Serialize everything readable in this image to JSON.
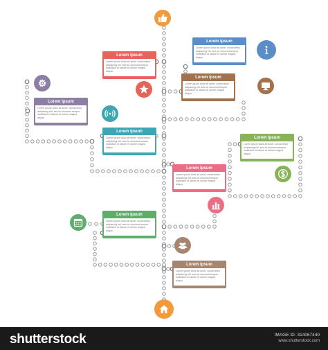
{
  "cards": [
    {
      "id": "card-1",
      "title": "Lorem Ipsum",
      "text": "Lorem ipsum dolor sit amet, consectetur adipiscing elit, sed do eiusmod tempor incididunt ut labore et dolore magna aliqua.",
      "color": "#e8635a"
    },
    {
      "id": "card-2",
      "title": "Lorem Ipsum",
      "text": "Lorem ipsum dolor sit amet, consectetur adipiscing elit, sed do eiusmod tempor incididunt ut labore et dolore magna aliqua.",
      "color": "#5b8ec9"
    },
    {
      "id": "card-3",
      "title": "Lorem Ipsum",
      "text": "Lorem ipsum dolor sit amet, consectetur adipiscing elit, sed do eiusmod tempor incididunt ut labore et dolore magna aliqua.",
      "color": "#a3714c"
    },
    {
      "id": "card-4",
      "title": "Lorem Ipsum",
      "text": "Lorem ipsum dolor sit amet, consectetur adipiscing elit, sed do eiusmod tempor incididunt ut labore et dolore magna aliqua.",
      "color": "#8c7fa3"
    },
    {
      "id": "card-5",
      "title": "Lorem Ipsum",
      "text": "Lorem ipsum dolor sit amet, consectetur adipiscing elit, sed do eiusmod tempor incididunt ut labore et dolore magna aliqua.",
      "color": "#3da8b3"
    },
    {
      "id": "card-6",
      "title": "Lorem Ipsum",
      "text": "Lorem ipsum dolor sit amet, consectetur adipiscing elit, sed do eiusmod tempor incididunt ut labore et dolore magna aliqua.",
      "color": "#88b35a"
    },
    {
      "id": "card-7",
      "title": "Lorem Ipsum",
      "text": "Lorem ipsum dolor sit amet, consectetur adipiscing elit, sed do eiusmod tempor incididunt ut labore et dolore magna aliqua.",
      "color": "#ec6e84"
    },
    {
      "id": "card-8",
      "title": "Lorem Ipsum",
      "text": "Lorem ipsum dolor sit amet, consectetur adipiscing elit, sed do eiusmod tempor incididunt ut labore et dolore magna aliqua.",
      "color": "#5cae6a"
    },
    {
      "id": "card-9",
      "title": "Lorem Ipsum",
      "text": "Lorem ipsum dolor sit amet, consectetur adipiscing elit, sed do eiusmod tempor incididunt ut labore et dolore magna aliqua.",
      "color": "#a88570"
    }
  ],
  "icons": [
    {
      "name": "thumbs-up-icon",
      "color": "#f39a3a"
    },
    {
      "name": "info-icon",
      "color": "#5b8ec9"
    },
    {
      "name": "star-icon",
      "color": "#e8635a"
    },
    {
      "name": "monitor-icon",
      "color": "#a3714c"
    },
    {
      "name": "gear-icon",
      "color": "#8c7fa3"
    },
    {
      "name": "wifi-signal-icon",
      "color": "#3da8b3"
    },
    {
      "name": "dollar-icon",
      "color": "#88b35a"
    },
    {
      "name": "bar-chart-icon",
      "color": "#ec6e84"
    },
    {
      "name": "calendar-icon",
      "color": "#5cae6a"
    },
    {
      "name": "people-icon",
      "color": "#a88570"
    },
    {
      "name": "home-icon",
      "color": "#f39a3a"
    }
  ],
  "colors": {
    "dot": "#9a9a9a",
    "footer": "#1a1a1a"
  },
  "footer": {
    "brand": "shutterstock",
    "image_id": "IMAGE ID: 314067440",
    "url": "www.shutterstock.com"
  }
}
